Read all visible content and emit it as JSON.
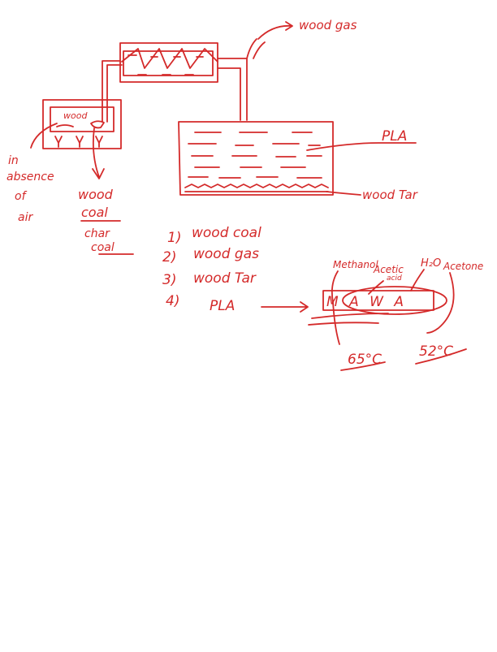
{
  "colors": {
    "ink": "#d42a2a",
    "background": "#ffffff"
  },
  "labels": {
    "wood_in_box": "wood",
    "wood_gas_top": "wood gas",
    "pla": "PLA",
    "wood_tar": "wood Tar",
    "in_absence_line1": "in",
    "in_absence_line2": "absence",
    "in_absence_line3": "of",
    "in_absence_line4": "air",
    "wood_coal_line1": "wood",
    "wood_coal_line2": "coal",
    "char_coal_line1": "char",
    "char_coal_line2": "coal"
  },
  "products_list": [
    {
      "number": "1)",
      "text": "wood coal"
    },
    {
      "number": "2)",
      "text": "wood gas"
    },
    {
      "number": "3)",
      "text": "wood Tar"
    },
    {
      "number": "4)",
      "text": "PLA"
    }
  ],
  "pla_components": {
    "letters": "M A W A",
    "methanol": "Methanol",
    "acetic_line1": "Acetic",
    "acetic_line2": "acid",
    "water": "H₂O",
    "acetone": "Acetone",
    "temp_left": "65°C",
    "temp_right": "52°C"
  }
}
